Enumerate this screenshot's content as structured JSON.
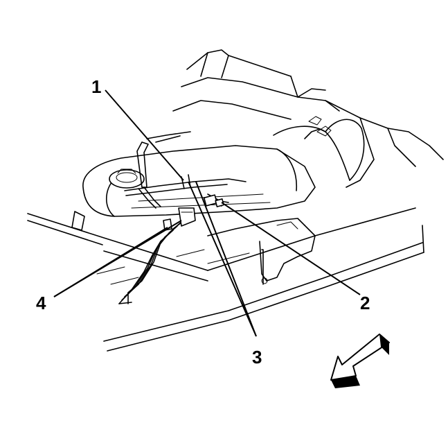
{
  "callouts": {
    "c1": "1",
    "c2": "2",
    "c3": "3",
    "c4": "4"
  },
  "icons": {
    "direction_arrow": "front-direction-arrow-icon"
  },
  "colors": {
    "line": "#000000",
    "background": "#ffffff"
  }
}
